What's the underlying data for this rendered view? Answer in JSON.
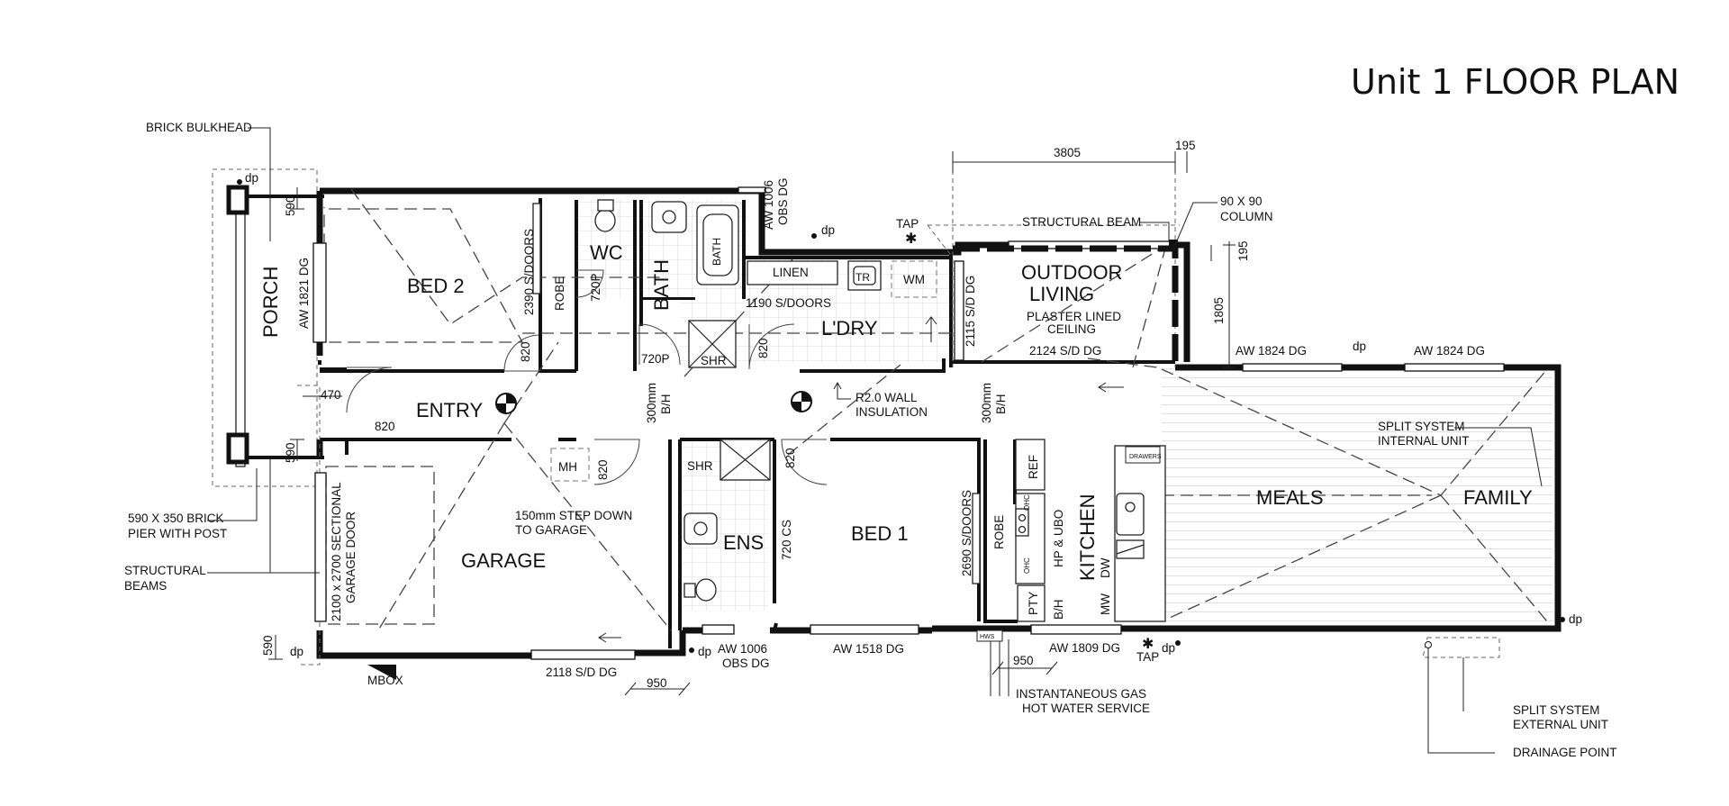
{
  "title": "Unit 1 FLOOR PLAN",
  "rooms": {
    "porch": "PORCH",
    "bed2": "BED 2",
    "wc": "WC",
    "bath": "BATH",
    "bath_tub": "BATH",
    "robe2": "ROBE",
    "linen": "LINEN",
    "tr": "TR",
    "wm": "WM",
    "ldry": "L'DRY",
    "shr_top": "SHR",
    "outdoor1": "OUTDOOR",
    "outdoor2": "LIVING",
    "plaster1": "PLASTER LINED",
    "plaster2": "CEILING",
    "entry": "ENTRY",
    "garage": "GARAGE",
    "mh": "MH",
    "shr_ens": "SHR",
    "ens": "ENS",
    "bed1": "BED 1",
    "robe1": "ROBE",
    "ref": "REF",
    "pty": "PTY",
    "kitchen": "KITCHEN",
    "meals": "MEALS",
    "family": "FAMILY",
    "drawers": "DRAWERS",
    "ohc1": "OHC",
    "ohc2": "OHC",
    "hp_ubo": "HP & UBO",
    "bh": "B/H",
    "mw": "MW",
    "dw": "DW",
    "hws": "HWS"
  },
  "labels": {
    "brick_bulkhead": "BRICK BULKHEAD",
    "aw1821": "AW 1821 DG",
    "s2390": "2390 S/DOORS",
    "p720_a": "720P",
    "p720_b": "720P",
    "d820_a": "820",
    "d820_b": "820",
    "d820_c": "820",
    "d820_d": "820",
    "d820_e": "820",
    "aw1006_top_a": "AW 1006",
    "aw1006_top_b": "OBS DG",
    "dp1": "dp",
    "dp2": "dp",
    "dp3": "dp",
    "dp4": "dp",
    "dp5": "dp",
    "dp6": "dp",
    "dp7": "dp",
    "tap_top": "TAP",
    "tap_bot": "TAP",
    "s1190": "1190 S/DOORS",
    "sd2115": "2115 S/D DG",
    "sd2124": "2124 S/D DG",
    "structural_beam": "STRUCTURAL BEAM",
    "column_a": "90 X 90",
    "column_b": "COLUMN",
    "dim3805": "3805",
    "dim195_a": "195",
    "dim195_b": "195",
    "dim1805": "1805",
    "aw1824_a": "AW 1824 DG",
    "aw1824_b": "AW 1824 DG",
    "r20_a": "R2.0 WALL",
    "r20_b": "INSULATION",
    "bh300_a": "300mm",
    "bh300_b": "B/H",
    "bh300_c": "300mm",
    "bh300_d": "B/H",
    "dim470": "470",
    "dim590_a": "590",
    "dim590_b": "590",
    "dim590_c": "590",
    "split_int_a": "SPLIT SYSTEM",
    "split_int_b": "INTERNAL UNIT",
    "pier_a": "590 X 350 BRICK",
    "pier_b": "PIER WITH POST",
    "beams_a": "STRUCTURAL",
    "beams_b": "BEAMS",
    "garage_door_a": "2100 x 2700 SECTIONAL",
    "garage_door_b": "GARAGE DOOR",
    "step_a": "150mm STEP DOWN",
    "step_b": "TO GARAGE",
    "cs720": "720 CS",
    "s2690": "2690 S/DOORS",
    "mbox": "MBOX",
    "sd2118": "2118 S/D DG",
    "dim950_a": "950",
    "dim950_b": "950",
    "aw1006_bot_a": "AW 1006",
    "aw1006_bot_b": "OBS DG",
    "aw1518": "AW 1518 DG",
    "aw1809": "AW 1809 DG",
    "gas_a": "INSTANTANEOUS GAS",
    "gas_b": "HOT WATER SERVICE",
    "split_ext_a": "SPLIT SYSTEM",
    "split_ext_b": "EXTERNAL UNIT",
    "drain": "DRAINAGE POINT"
  }
}
